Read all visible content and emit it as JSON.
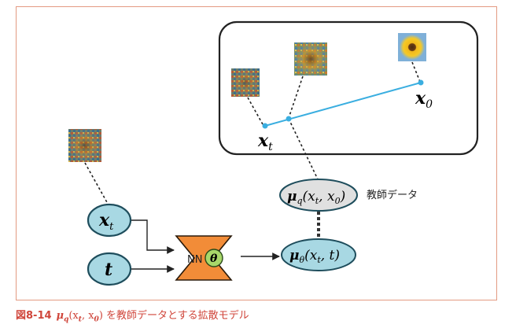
{
  "nodes": {
    "xt_input": {
      "main": "x",
      "sub": "t"
    },
    "t_input": {
      "main": "t"
    },
    "nn_block": {
      "label": "NN",
      "param": "θ"
    },
    "mu_theta": {
      "main": "μ",
      "sub": "θ",
      "args": "(x",
      "args_sub": "t",
      "args_tail": ", t)"
    },
    "mu_q": {
      "main": "μ",
      "sub": "q",
      "args": "(x",
      "args_sub1": "t",
      "args_mid": ", x",
      "args_sub2": "0",
      "args_tail": ")"
    },
    "mu_q_label": "教師データ",
    "xt_point": {
      "main": "x",
      "sub": "t"
    },
    "x0_point": {
      "main": "x",
      "sub": "0"
    }
  },
  "colors": {
    "node_fill": "#a8d8e3",
    "node_stroke": "#1e4d5c",
    "teacher_fill": "#e0e0e0",
    "nn_fill": "#f28c38",
    "line": "#3aaee0",
    "frame": "#e39a82",
    "caption": "#d0463b"
  },
  "caption": {
    "figure": "図8-14",
    "math": "μ",
    "math_sub": "q",
    "math_args": "(x",
    "math_args_sub1": "t",
    "math_args_mid": ", x",
    "math_args_sub2": "0",
    "math_args_tail": ")",
    "text": "を教師データとする拡散モデル"
  }
}
